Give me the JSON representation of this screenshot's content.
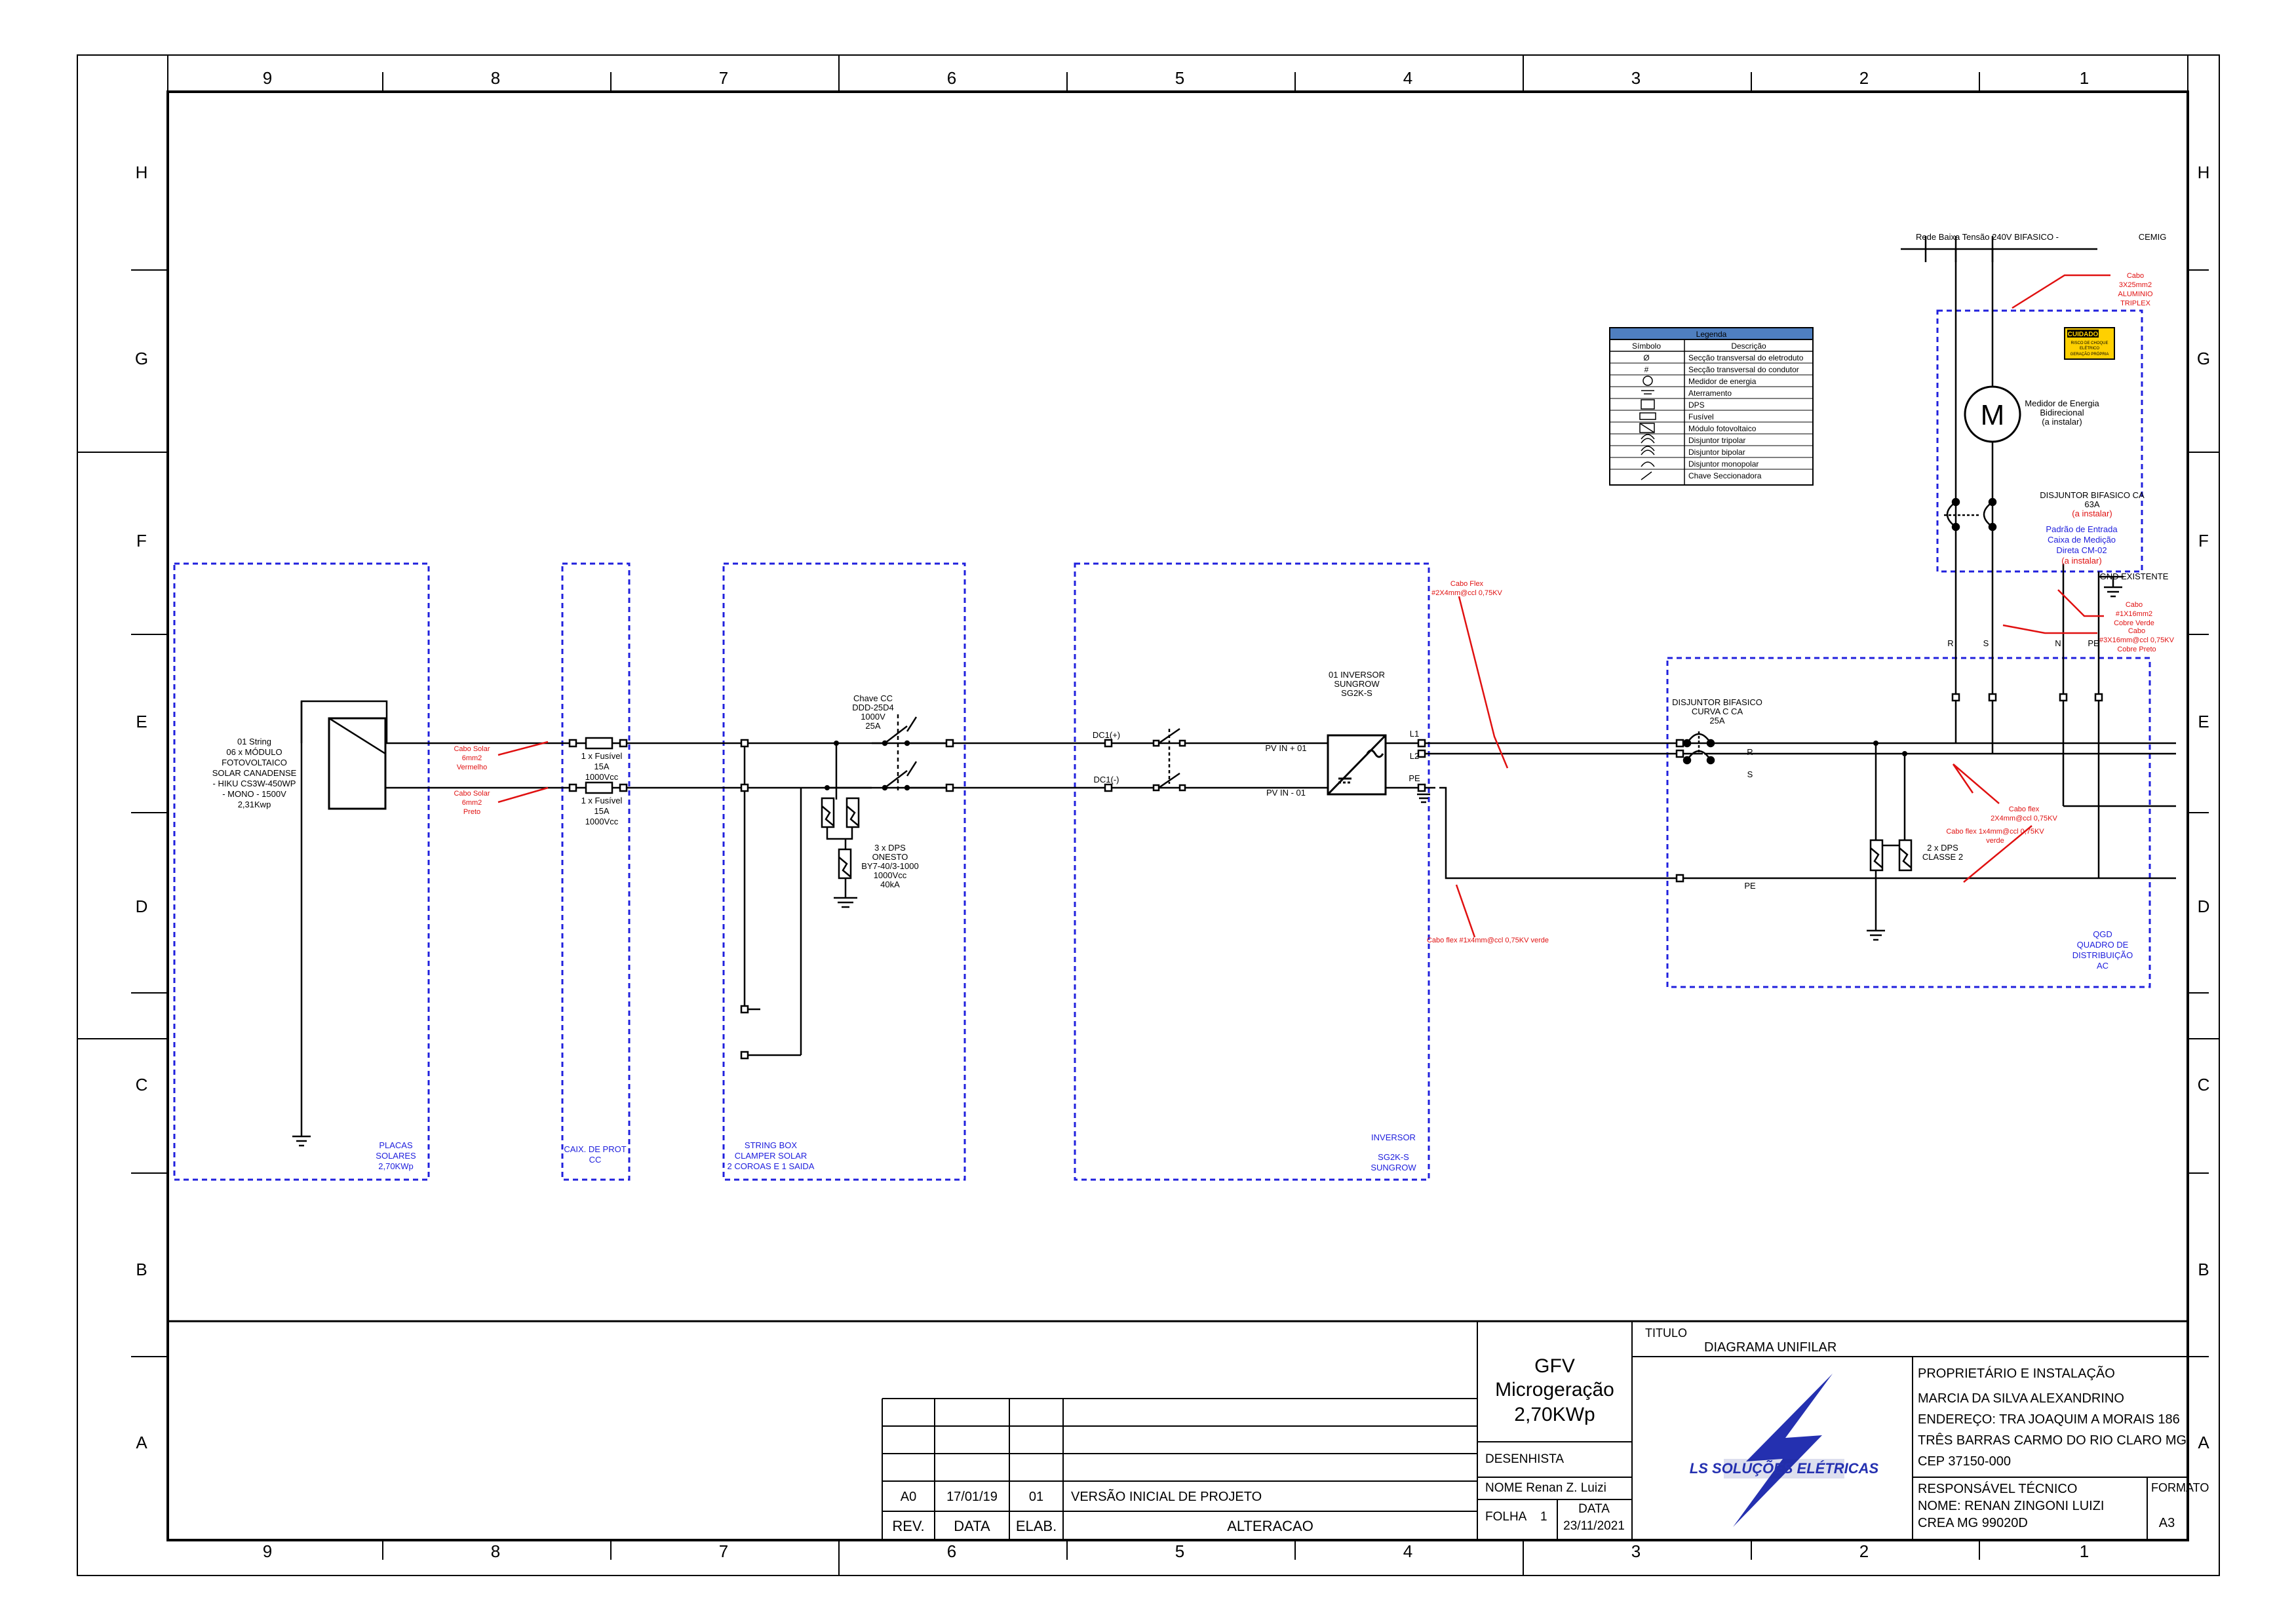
{
  "columns": [
    "9",
    "8",
    "7",
    "6",
    "5",
    "4",
    "3",
    "2",
    "1"
  ],
  "rows": [
    "H",
    "G",
    "F",
    "E",
    "D",
    "C",
    "B",
    "A"
  ],
  "colors": {
    "frame": "#000000",
    "dashed_box": "#2020dd",
    "red_note": "#e01010",
    "blue_label": "#2020dd",
    "legend_header": "#4f7fc0",
    "warning_sign": "#ffd000"
  },
  "legend": {
    "title": "Legenda",
    "col_symbol": "Símbolo",
    "col_desc": "Descrição",
    "rows": [
      {
        "symbol": "Ø",
        "desc": "Secção transversal do eletroduto"
      },
      {
        "symbol": "#",
        "desc": "Secção transversal do condutor"
      },
      {
        "symbol": "",
        "desc": "Medidor de energia"
      },
      {
        "symbol": "",
        "desc": "Aterramento"
      },
      {
        "symbol": "",
        "desc": "DPS"
      },
      {
        "symbol": "",
        "desc": "Fusível"
      },
      {
        "symbol": "",
        "desc": "Módulo fotovoltaico"
      },
      {
        "symbol": "",
        "desc": "Disjuntor tripolar"
      },
      {
        "symbol": "",
        "desc": "Disjuntor bipolar"
      },
      {
        "symbol": "",
        "desc": "Disjuntor monopolar"
      },
      {
        "symbol": "",
        "desc": "Chave Seccionadora"
      }
    ]
  },
  "blocks": {
    "placas": {
      "description": [
        "01 String",
        "06 x MÓDULO",
        "FOTOVOLTAICO",
        "SOLAR CANADENSE",
        "- HIKU CS3W-450WP",
        "- MONO - 1500V",
        "2,31Kwp"
      ],
      "label": [
        "PLACAS",
        "SOLARES",
        "2,70KWp"
      ]
    },
    "caixa_prot": {
      "label": [
        "CAIX. DE PROT",
        "CC"
      ],
      "fuse_pos": [
        "1 x Fusível",
        "15A",
        "1000Vcc"
      ],
      "fuse_neg": [
        "1 x Fusível",
        "15A",
        "1000Vcc"
      ]
    },
    "string_box": {
      "label": [
        "STRING BOX",
        "CLAMPER SOLAR",
        "2 COROAS E 1 SAIDA"
      ],
      "chave": [
        "Chave CC",
        "DDD-25D4",
        "1000V",
        "25A"
      ],
      "dps": [
        "3 x DPS",
        "ONESTO",
        "BY7-40/3-1000",
        "1000Vcc",
        "40kA"
      ]
    },
    "inversor": {
      "title": [
        "01 INVERSOR",
        "SUNGROW",
        "SG2K-S"
      ],
      "label": [
        "INVERSOR",
        "",
        "SG2K-S",
        "SUNGROW"
      ],
      "dc_pos": "DC1(+)",
      "dc_neg": "DC1(-)",
      "pv_pos": "PV IN + 01",
      "pv_neg": "PV IN - 01",
      "l1": "L1",
      "l2": "L2",
      "pe": "PE"
    },
    "qgd": {
      "breaker": [
        "DISJUNTOR BIFASICO",
        "CURVA C CA",
        "25A"
      ],
      "dps": [
        "2 x DPS",
        "CLASSE 2"
      ],
      "label": [
        "QGD",
        "QUADRO DE",
        "DISTRIBUIÇÃO",
        "AC"
      ],
      "r": "R",
      "s": "S",
      "pe": "PE"
    },
    "entrada": {
      "rede": "Rede Baixa Tensão 240V BIFASICO -",
      "cemig": "CEMIG",
      "meter_letter": "M",
      "meter": [
        "Medidor de Energia",
        "Bidirecional",
        "(a instalar)"
      ],
      "breaker": [
        "DISJUNTOR BIFASICO CA",
        "63A",
        "(a instalar)"
      ],
      "padrao": [
        "Padrão de Entrada",
        "Caixa de Medição",
        "Direta CM-02",
        "(a instalar)"
      ],
      "gnd": "GND EXISTENTE",
      "warning": [
        "CUIDADO",
        "RISCO DE CHOQUE",
        "ELÉTRICO",
        "GERAÇÃO PRÓPRIA"
      ],
      "r": "R",
      "s": "S",
      "n": "N",
      "pe": "PE"
    }
  },
  "notes": {
    "cabo_vermelho": [
      "Cabo Solar",
      "6mm2",
      "Vermelho"
    ],
    "cabo_preto": [
      "Cabo Solar",
      "6mm2",
      "Preto"
    ],
    "cabo_flex_inv": [
      "Cabo Flex",
      "#2X4mm@ccl 0,75KV"
    ],
    "cabo_flex_verde": "Cabo flex #1x4mm@ccl 0,75KV verde",
    "cabo_flex_qgd": [
      "Cabo flex",
      "2X4mm@ccl 0,75KV"
    ],
    "cabo_flex_qgd_verde": [
      "Cabo flex 1x4mm@ccl 0,75KV",
      "verde"
    ],
    "cabo_aluminio": [
      "Cabo",
      "3X25mm2",
      "ALUMINIO",
      "TRIPLEX"
    ],
    "cabo_cobre_verde": [
      "Cabo",
      "#1X16mm2",
      "Cobre Verde"
    ],
    "cabo_cobre_preto": [
      "Cabo",
      "#3X16mm@ccl 0,75KV",
      "Cobre Preto"
    ]
  },
  "title_block": {
    "titulo_label": "TITULO",
    "titulo": "DIAGRAMA UNIFILAR",
    "gfv": [
      "GFV",
      "Microgeração",
      "2,70KWp"
    ],
    "desenhista_label": "DESENHISTA",
    "nome_desenhista": "NOME Renan Z. Luizi",
    "folha_label": "FOLHA",
    "folha": "1",
    "data_label": "DATA",
    "data": "23/11/2021",
    "logo_text": "LS SOLUÇÕES ELÉTRICAS",
    "proprietario_title": "PROPRIETÁRIO E INSTALAÇÃO",
    "proprietario_lines": [
      "MARCIA DA SILVA ALEXANDRINO",
      "ENDEREÇO: TRA JOAQUIM A MORAIS 186",
      "TRÊS BARRAS CARMO DO RIO CLARO MG",
      "CEP 37150-000"
    ],
    "responsavel_title": "RESPONSÁVEL TÉCNICO",
    "responsavel_lines": [
      "NOME: RENAN ZINGONI LUIZI",
      "CREA   MG 99020D"
    ],
    "formato_label": "FORMATO",
    "formato": "A3",
    "revisions": [
      {
        "rev": "A0",
        "data": "17/01/19",
        "elab": "01",
        "alteracao": "VERSÃO INICIAL DE PROJETO"
      }
    ],
    "rev_header": {
      "rev": "REV.",
      "data": "DATA",
      "elab": "ELAB.",
      "alteracao": "ALTERACAO"
    }
  }
}
